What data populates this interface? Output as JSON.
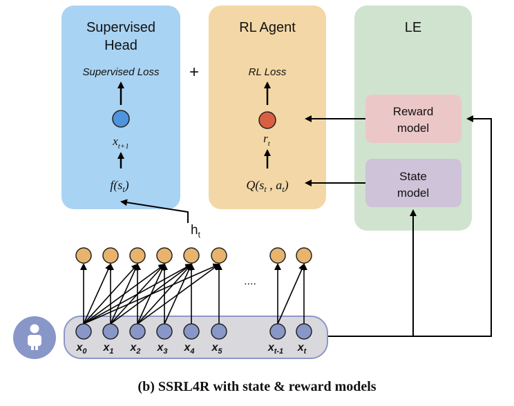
{
  "panels": {
    "supervised": {
      "title_line1": "Supervised",
      "title_line2": "Head",
      "loss": "Supervised Loss",
      "node_var": "x",
      "node_sub": "t+1",
      "func_pre": "f(s",
      "func_sub": "t",
      "func_post": ")",
      "fill": "#a9d3f3",
      "node_color": "#4f94dc"
    },
    "rl_agent": {
      "title": "RL Agent",
      "loss": "RL Loss",
      "node_var": "r",
      "node_sub": "t",
      "q_pre": "Q(s",
      "q_sub1": "t",
      "q_mid": " , a",
      "q_sub2": "t",
      "q_post": ")",
      "fill": "#f3d7a6",
      "node_color": "#d95f43"
    },
    "le": {
      "title": "LE",
      "reward_line1": "Reward",
      "reward_line2": "model",
      "state_line1": "State",
      "state_line2": "model",
      "fill": "#cfe3cf",
      "reward_fill": "#ecc7c8",
      "state_fill": "#cec3d8"
    }
  },
  "plus": "+",
  "hidden": {
    "label": "h",
    "sub": "t"
  },
  "sequence": {
    "items": [
      {
        "var": "x",
        "sub": "0"
      },
      {
        "var": "x",
        "sub": "1"
      },
      {
        "var": "x",
        "sub": "2"
      },
      {
        "var": "x",
        "sub": "3"
      },
      {
        "var": "x",
        "sub": "4"
      },
      {
        "var": "x",
        "sub": "5"
      },
      {
        "var": "x",
        "sub": "t-1"
      },
      {
        "var": "x",
        "sub": "t"
      }
    ],
    "ellipsis": "....",
    "input_fill": "#8996c8",
    "output_fill": "#e8b36c",
    "bar_fill": "#d8d8dd"
  },
  "caption": "(b) SSRL4R with state & reward models"
}
